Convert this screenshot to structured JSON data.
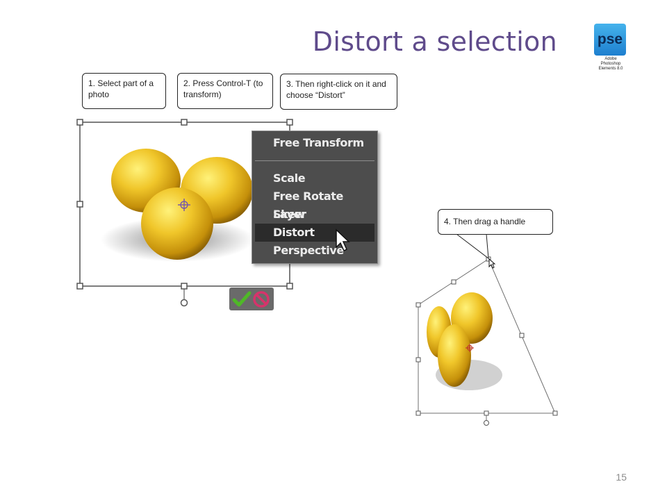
{
  "slide": {
    "title": "Distort a selection",
    "page_number": "15"
  },
  "logo": {
    "badge_text": "pse",
    "caption_line1": "Adobe",
    "caption_line2": "Photoshop",
    "caption_line3": "Elements 8.0"
  },
  "callouts": {
    "step1": "1. Select part of a photo",
    "step2": "2. Press Control-T (to transform)",
    "step3": "3. Then right-click on it and choose “Distort”",
    "step4": "4. Then drag a handle"
  },
  "context_menu": {
    "items": [
      {
        "label": "Free Transform"
      },
      {
        "label": "Scale"
      },
      {
        "label": "Free Rotate Layer"
      },
      {
        "label": "Skew"
      },
      {
        "label": "Distort",
        "selected": true
      },
      {
        "label": "Perspective"
      }
    ]
  },
  "colors": {
    "title": "#5f4b8b",
    "menu_background": "#4d4d4d",
    "menu_selected": "#2b2b2b",
    "lemon": "#e6b81c",
    "commit": "#4fb827",
    "cancel": "#d6336b"
  },
  "icons": {
    "commit": "checkmark-icon",
    "cancel": "cancel-icon",
    "pointer": "cursor-arrow-icon",
    "reference_point": "crosshair-icon"
  }
}
